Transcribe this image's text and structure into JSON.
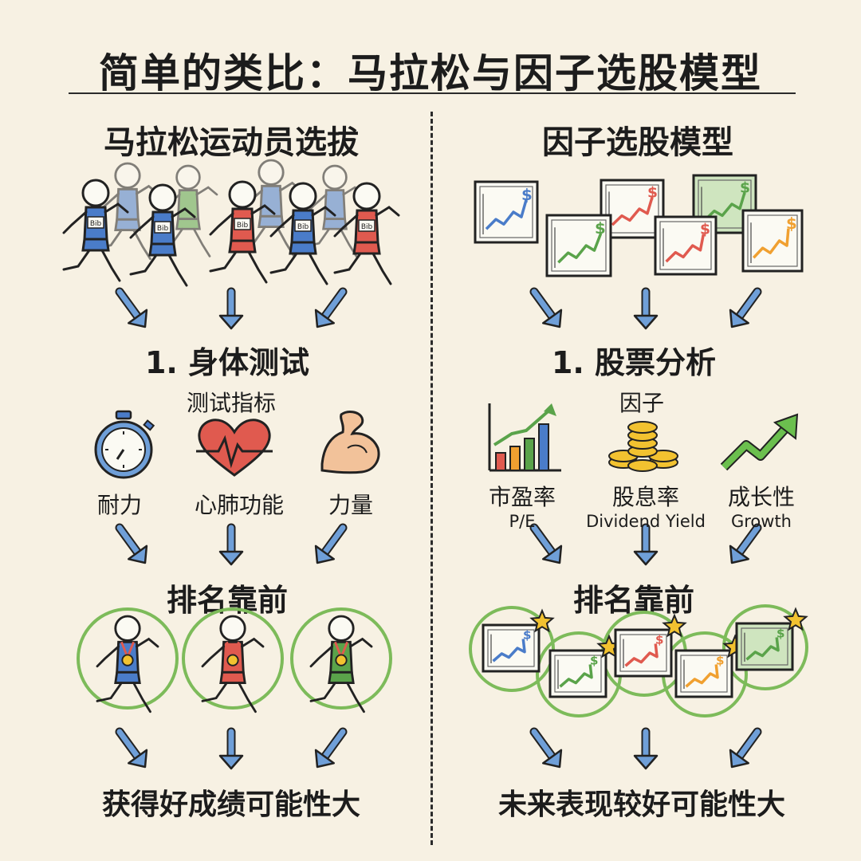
{
  "title": "简单的类比：马拉松与因子选股模型",
  "left": {
    "heading": "马拉松运动员选拔",
    "step1": "1. 身体测试",
    "indicator_title": "测试指标",
    "metrics": [
      "耐力",
      "心肺功能",
      "力量"
    ],
    "rank": "排名靠前",
    "result": "获得好成绩可能性大",
    "bib_text": "Bib"
  },
  "right": {
    "heading": "因子选股模型",
    "step1": "1. 股票分析",
    "factor_title": "因子",
    "factors": [
      {
        "cn": "市盈率",
        "en": "P/E"
      },
      {
        "cn": "股息率",
        "en": "Dividend Yield"
      },
      {
        "cn": "成长性",
        "en": "Growth"
      }
    ],
    "rank": "排名靠前",
    "result": "未来表现较好可能性大",
    "currency_symbol": "$"
  },
  "colors": {
    "background": "#f7f1e3",
    "arrow_blue": "#6f9fd8",
    "green_circle": "#7dbb5a",
    "red": "#e05a4f",
    "blue": "#4a7cc9",
    "green": "#5aa34a",
    "orange": "#f0a030",
    "gold": "#f2c230"
  }
}
